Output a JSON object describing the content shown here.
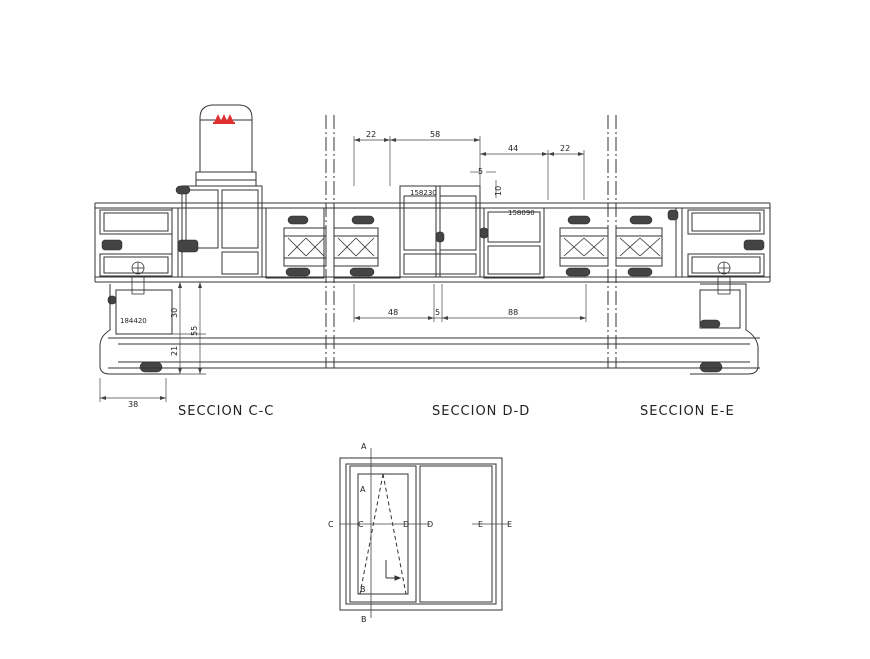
{
  "sections": [
    {
      "label": "SECCION C-C"
    },
    {
      "label": "SECCION D-D"
    },
    {
      "label": "SECCION E-E"
    }
  ],
  "dimensions": {
    "top": [
      "22",
      "58",
      "44",
      "22",
      "5",
      "10"
    ],
    "bottom_dd": [
      "48",
      "5",
      "88"
    ],
    "left_cc": [
      "30",
      "55",
      "21",
      "38"
    ]
  },
  "profile_codes": [
    "158230",
    "158090",
    "184420"
  ],
  "elevation_markers": {
    "a_top": "A",
    "a_inner": "A",
    "b_inner": "B",
    "b_bottom": "B",
    "c_outer": "C",
    "c_inner": "C",
    "d_inner": "D",
    "d_outer": "D",
    "e_inner": "E",
    "e_outer": "E"
  },
  "colors": {
    "line": "#333333",
    "light": "#888888",
    "logo": "#e03030"
  }
}
